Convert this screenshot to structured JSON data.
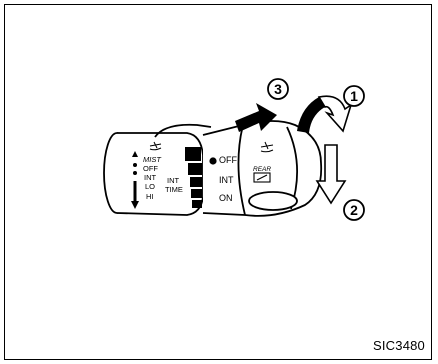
{
  "figure": {
    "id_label": "SIC3480"
  },
  "lever": {
    "front_markings": [
      "MIST",
      "OFF",
      "INT",
      "LO",
      "HI"
    ],
    "int_time_label": [
      "INT",
      "TIME"
    ],
    "rear_ring_markings": [
      "OFF",
      "INT",
      "ON"
    ],
    "rear_switch_label": "REAR"
  },
  "callouts": [
    "1",
    "2",
    "3"
  ],
  "icons": [
    "front-washer-icon",
    "rear-washer-icon",
    "rear-wiper-icon"
  ],
  "colors": {
    "ink": "#000000",
    "paper": "#ffffff"
  }
}
